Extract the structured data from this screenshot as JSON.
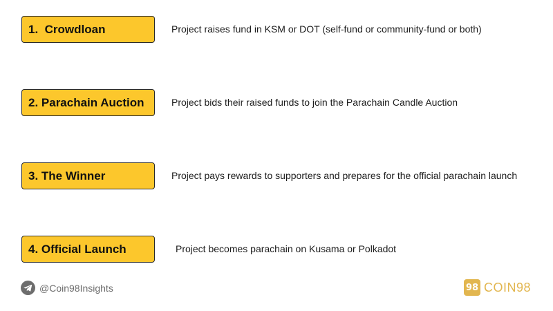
{
  "stages": [
    {
      "label": "1.  Crowdloan",
      "description": "Project raises fund in KSM or DOT (self-fund or community-fund or both)"
    },
    {
      "label": "2. Parachain Auction",
      "description": "Project bids their raised funds to join the Parachain Candle Auction"
    },
    {
      "label": "3. The Winner",
      "description": "Project pays rewards to supporters and prepares for the official parachain launch"
    },
    {
      "label": "4. Official Launch",
      "description": "Project becomes parachain on Kusama or Polkadot"
    }
  ],
  "footer": {
    "social_icon": "telegram-icon",
    "handle": "@Coin98Insights",
    "brand_logo_text": "98",
    "brand_name": "COIN98"
  },
  "colors": {
    "label_fill": "#fcc72c",
    "label_border": "#2a2a2a",
    "brand_gold": "#e2b64f",
    "telegram_gray": "#6d6d6d"
  }
}
